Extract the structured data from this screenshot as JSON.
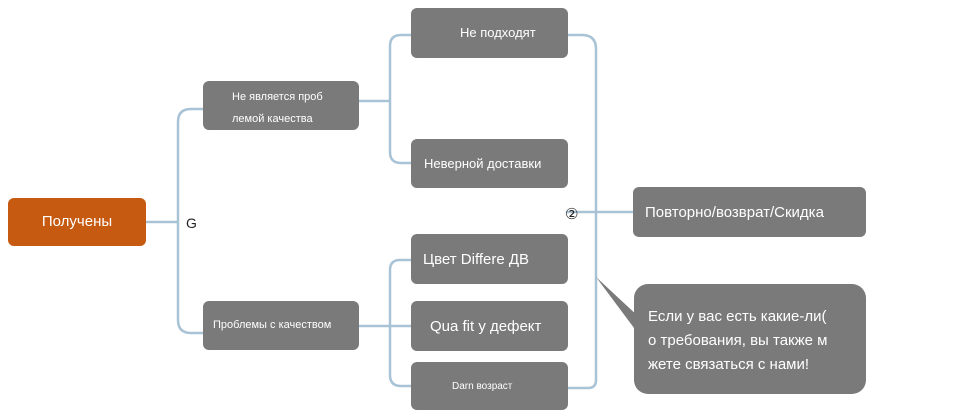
{
  "root": {
    "label": "Получены"
  },
  "junction_label": "G",
  "marker": "②",
  "branches": {
    "not_quality": {
      "line1": "Не является проб",
      "line2": "лемой качества"
    },
    "quality": {
      "label": "Проблемы с качеством"
    }
  },
  "leaves": {
    "not_fit": "Не подходят",
    "wrong_delivery": "Неверной доставки",
    "color_diff": "Цвет Differe ДВ",
    "quality_defect": "Qua fit у дефект",
    "damn_return": "Darn возраст"
  },
  "outcome": {
    "label": "Повторно/возврат/Скидка"
  },
  "callout": {
    "line1": "Если у вас есть какие-ли(",
    "line2": "о требования, вы также м",
    "line3": "жете связаться с нами!"
  },
  "colors": {
    "root": "#c65a11",
    "node": "#7a7a7a",
    "connector": "#a9c3d6"
  }
}
